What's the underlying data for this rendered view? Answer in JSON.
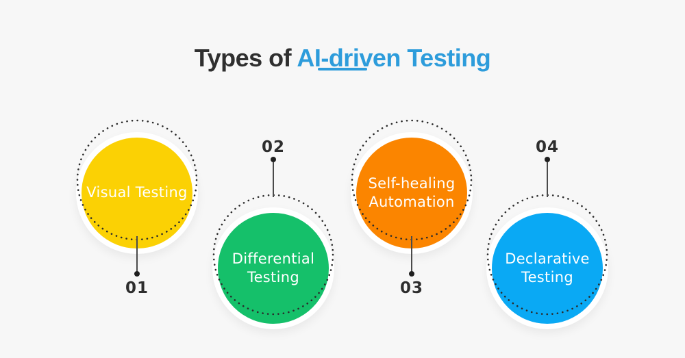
{
  "page": {
    "background_color": "#F7F7F7"
  },
  "title": {
    "text_dark": "Types of ",
    "text_accent": "AI-driven Testing",
    "dark_color": "#2F2F2F",
    "accent_color": "#2D9CDB",
    "underline_color": "#2D9CDB"
  },
  "ring": {
    "dot_color": "#2B2B2B"
  },
  "connector": {
    "line_color": "#4A4A4A",
    "dot_color": "#1F1F1F",
    "number_color": "#2E2E2E"
  },
  "items": [
    {
      "number": "01",
      "label": "Visual Testing",
      "color": "#FBD104",
      "number_position": "below"
    },
    {
      "number": "02",
      "label": "Differential Testing",
      "color": "#15C06A",
      "number_position": "above"
    },
    {
      "number": "03",
      "label": "Self-healing Automation",
      "color": "#FB8500",
      "number_position": "below"
    },
    {
      "number": "04",
      "label": "Declarative Testing",
      "color": "#0AA9F4",
      "number_position": "above"
    }
  ]
}
